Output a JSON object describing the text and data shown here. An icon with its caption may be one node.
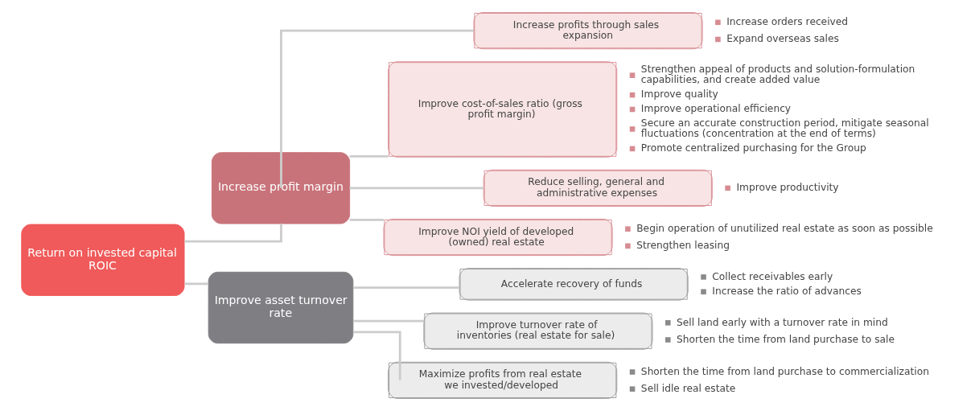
{
  "diagram": {
    "nodes": [
      {
        "text": [
          "Return on invested capital ROIC"
        ]
      },
      {
        "text": [
          "Increase profit margin"
        ]
      },
      {
        "text": [
          "Increase profits through sales expansion"
        ],
        "beside": [
          "Increase orders received",
          "Expand overseas sales"
        ]
      },
      {
        "text": [
          "Improve cost-of-sales ratio (gross profit margin)"
        ],
        "beside": [
          "Strengthen appeal of products and solution-formulation capabilities, and create added value",
          "Improve quality",
          "Improve operational efficiency",
          "Secure an accurate construction period, mitigate seasonal fluctuations (concentration at the end of terms)",
          "Promote centralized purchasing for the Group"
        ]
      },
      {
        "text": [
          "Reduce selling, general and administrative expenses"
        ],
        "beside": [
          "Improve productivity"
        ]
      },
      {
        "text": [
          "Improve NOI yield of developed (owned) real estate"
        ],
        "beside": [
          "Begin operation of unutilized real estate as soon as possible",
          "Strengthen leasing"
        ]
      },
      {
        "text": [
          "Improve asset turnover rate"
        ]
      },
      {
        "text": [
          "Accelerate recovery of funds"
        ],
        "beside": [
          "Collect receivables early",
          "Increase the ratio of advances"
        ]
      },
      {
        "text": [
          "Improve turnover rate of inventories (real estate for sale)"
        ],
        "beside": [
          "Sell land early with a turnover rate in mind",
          "Shorten the time from land purchase to sale"
        ]
      },
      {
        "text": [
          "Maximize profits from real estate we invested/developed"
        ],
        "beside": [
          "Shorten the time from land purchase to commercialization",
          "Sell idle real estate"
        ]
      }
    ],
    "edges": [
      {
        "from": 0,
        "to": 1,
        "arrow": "none"
      },
      {
        "from": 0,
        "to": 6,
        "arrow": "none"
      },
      {
        "from": 1,
        "to": 2,
        "arrow": "none"
      },
      {
        "from": 1,
        "to": 3,
        "arrow": "none"
      },
      {
        "from": 1,
        "to": 4,
        "arrow": "none"
      },
      {
        "from": 1,
        "to": 5,
        "arrow": "none"
      },
      {
        "from": 6,
        "to": 7,
        "arrow": "none"
      },
      {
        "from": 6,
        "to": 8,
        "arrow": "none"
      },
      {
        "from": 6,
        "to": 9,
        "arrow": "none"
      }
    ]
  }
}
